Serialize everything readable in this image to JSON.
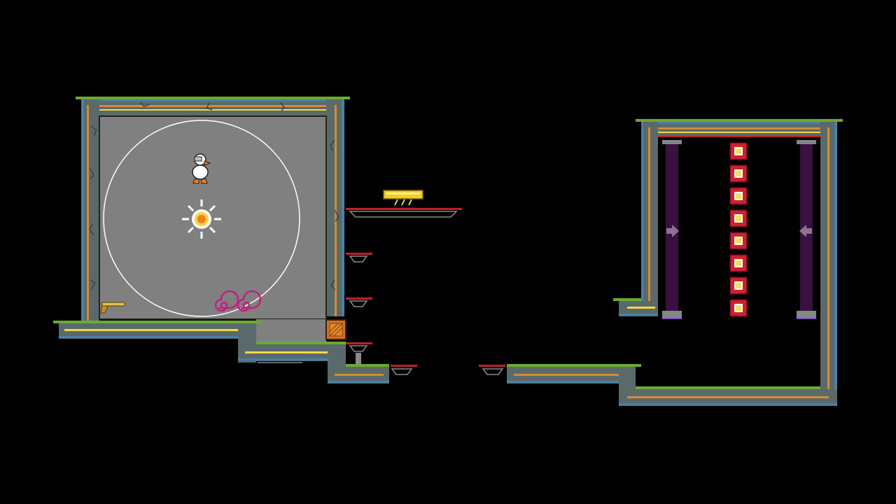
{
  "game": {
    "background_color": "#000000",
    "arena_fill_color": "#808080",
    "wall_stone_color": "#5a6a6a",
    "wall_blue_trim_color": "#4a80a8",
    "wall_orange_trim_color": "#d88a30",
    "wall_yellow_trim_color": "#f0d848",
    "grass_color": "#6aaa30",
    "platform_red_color": "#c0202a",
    "platform_gray_color": "#8a8a8a",
    "pillar_color": "#3a1040",
    "spawn_block_color": "#d02030",
    "spawn_block_core_color": "#f0e060"
  },
  "entities": {
    "player": {
      "icon": "duck-icon",
      "body_color": "#ffffff",
      "beak_color": "#f08020"
    },
    "explosion": {
      "icon": "explosion-icon",
      "core_color": "#f08020"
    },
    "pistol": {
      "icon": "pistol-icon",
      "color": "#e0c040"
    },
    "spiral_traps": {
      "icon": "spiral-icon",
      "color": "#c02080",
      "count": 2
    },
    "crate": {
      "icon": "crate-icon",
      "color": "#d07020"
    },
    "gold_bar": {
      "icon": "gold-bar-icon",
      "color": "#f0d020"
    },
    "arrows": [
      {
        "icon": "arrow-right-icon",
        "direction": "right"
      },
      {
        "icon": "arrow-left-icon",
        "direction": "left"
      }
    ],
    "spawn_blocks_count": 8
  }
}
